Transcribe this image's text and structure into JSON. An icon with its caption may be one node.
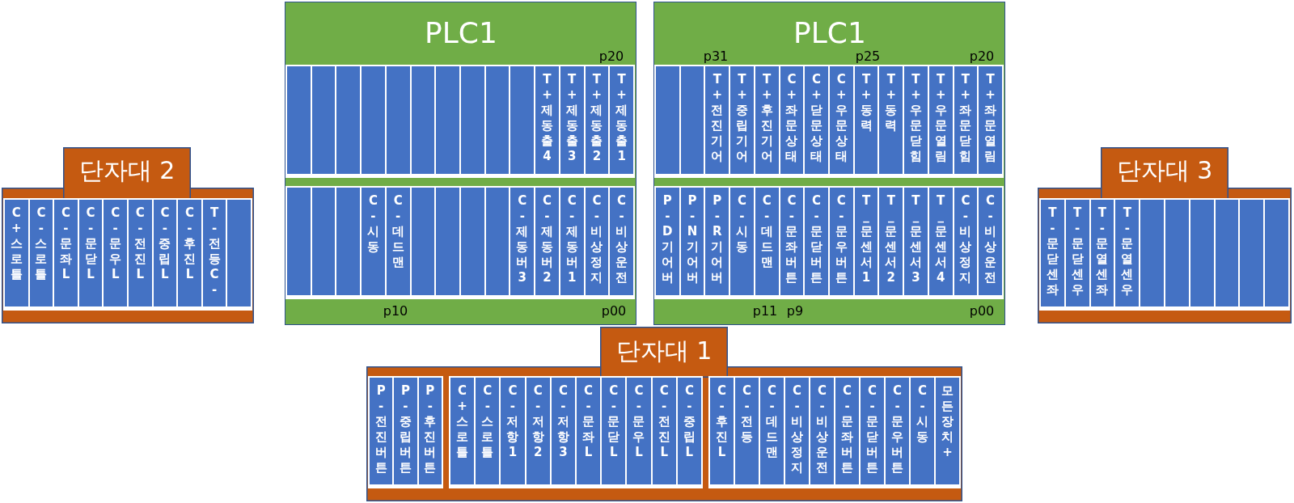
{
  "diagram": {
    "nodes": [
      {
        "text": [
          "단자대 2"
        ]
      },
      {
        "text": [
          "C+스로틀"
        ],
        "in": 0
      },
      {
        "text": [
          "C-스로틀"
        ],
        "in": 0
      },
      {
        "text": [
          "C-문좌L"
        ],
        "in": 0
      },
      {
        "text": [
          "C-문닫L"
        ],
        "in": 0
      },
      {
        "text": [
          "C-문우L"
        ],
        "in": 0
      },
      {
        "text": [
          "C-전진L"
        ],
        "in": 0
      },
      {
        "text": [
          "C-중립L"
        ],
        "in": 0
      },
      {
        "text": [
          "C-후진L"
        ],
        "in": 0
      },
      {
        "text": [
          "T-전등C-"
        ],
        "in": 0
      },
      {
        "text": [],
        "shape": "box",
        "in": 0
      },
      {
        "text": [
          "PLC1",
          "p20",
          "p10",
          "p00"
        ]
      },
      {
        "text": [],
        "shape": "box",
        "in": 11
      },
      {
        "text": [],
        "shape": "box",
        "in": 11
      },
      {
        "text": [],
        "shape": "box",
        "in": 11
      },
      {
        "text": [],
        "shape": "box",
        "in": 11
      },
      {
        "text": [],
        "shape": "box",
        "in": 11
      },
      {
        "text": [],
        "shape": "box",
        "in": 11
      },
      {
        "text": [],
        "shape": "box",
        "in": 11
      },
      {
        "text": [],
        "shape": "box",
        "in": 11
      },
      {
        "text": [],
        "shape": "box",
        "in": 11
      },
      {
        "text": [],
        "shape": "box",
        "in": 11
      },
      {
        "text": [
          "T+제동출4"
        ],
        "in": 11
      },
      {
        "text": [
          "T+제동출3"
        ],
        "in": 11
      },
      {
        "text": [
          "T+제동출2"
        ],
        "in": 11
      },
      {
        "text": [
          "T+제동출1"
        ],
        "in": 11
      },
      {
        "text": [],
        "shape": "box",
        "in": 11
      },
      {
        "text": [],
        "shape": "box",
        "in": 11
      },
      {
        "text": [],
        "shape": "box",
        "in": 11
      },
      {
        "text": [
          "C-시동"
        ],
        "in": 11
      },
      {
        "text": [
          "C-데드맨"
        ],
        "in": 11
      },
      {
        "text": [],
        "shape": "box",
        "in": 11
      },
      {
        "text": [],
        "shape": "box",
        "in": 11
      },
      {
        "text": [],
        "shape": "box",
        "in": 11
      },
      {
        "text": [],
        "shape": "box",
        "in": 11
      },
      {
        "text": [
          "C-제동버3"
        ],
        "in": 11
      },
      {
        "text": [
          "C-제동버2"
        ],
        "in": 11
      },
      {
        "text": [
          "C-제동버1"
        ],
        "in": 11
      },
      {
        "text": [
          "C-비상정지"
        ],
        "in": 11
      },
      {
        "text": [
          "C-비상운전"
        ],
        "in": 11
      },
      {
        "text": [
          "PLC1",
          "p31",
          "p25",
          "p20",
          "p11",
          "p9",
          "p00"
        ]
      },
      {
        "text": [],
        "shape": "box",
        "in": 40
      },
      {
        "text": [],
        "shape": "box",
        "in": 40
      },
      {
        "text": [
          "T+전진기어"
        ],
        "in": 40
      },
      {
        "text": [
          "T+중립기어"
        ],
        "in": 40
      },
      {
        "text": [
          "T+후진기어"
        ],
        "in": 40
      },
      {
        "text": [
          "C+좌문상태"
        ],
        "in": 40
      },
      {
        "text": [
          "C+닫문상태"
        ],
        "in": 40
      },
      {
        "text": [
          "C+우문상태"
        ],
        "in": 40
      },
      {
        "text": [
          "T+동력"
        ],
        "in": 40
      },
      {
        "text": [
          "T+동력"
        ],
        "in": 40
      },
      {
        "text": [
          "T+우문닫힘"
        ],
        "in": 40
      },
      {
        "text": [
          "T+우문열림"
        ],
        "in": 40
      },
      {
        "text": [
          "T+좌문닫힘"
        ],
        "in": 40
      },
      {
        "text": [
          "T+좌문열림"
        ],
        "in": 40
      },
      {
        "text": [
          "P-D기어버"
        ],
        "in": 40
      },
      {
        "text": [
          "P-N기어버"
        ],
        "in": 40
      },
      {
        "text": [
          "P-R기어버"
        ],
        "in": 40
      },
      {
        "text": [
          "C-시동"
        ],
        "in": 40
      },
      {
        "text": [
          "C-데드맨"
        ],
        "in": 40
      },
      {
        "text": [
          "C-문좌버튼"
        ],
        "in": 40
      },
      {
        "text": [
          "C-문닫버튼"
        ],
        "in": 40
      },
      {
        "text": [
          "C-문우버튼"
        ],
        "in": 40
      },
      {
        "text": [
          "T_문센서1"
        ],
        "in": 40
      },
      {
        "text": [
          "T_문센서2"
        ],
        "in": 40
      },
      {
        "text": [
          "T_문센서3"
        ],
        "in": 40
      },
      {
        "text": [
          "T_문센서4"
        ],
        "in": 40
      },
      {
        "text": [
          "C-비상정지"
        ],
        "in": 40
      },
      {
        "text": [
          "C-비상운전"
        ],
        "in": 40
      },
      {
        "text": [
          "단자대 3"
        ]
      },
      {
        "text": [
          "T-문닫센좌"
        ],
        "in": 69
      },
      {
        "text": [
          "T-문닫센우"
        ],
        "in": 69
      },
      {
        "text": [
          "T-문열센좌"
        ],
        "in": 69
      },
      {
        "text": [
          "T-문열센우"
        ],
        "in": 69
      },
      {
        "text": [],
        "shape": "box",
        "in": 69
      },
      {
        "text": [],
        "shape": "box",
        "in": 69
      },
      {
        "text": [],
        "shape": "box",
        "in": 69
      },
      {
        "text": [],
        "shape": "box",
        "in": 69
      },
      {
        "text": [],
        "shape": "box",
        "in": 69
      },
      {
        "text": [],
        "shape": "box",
        "in": 69
      },
      {
        "text": [
          "단자대 1"
        ]
      },
      {
        "text": [
          "P-전진버튼"
        ],
        "in": 80
      },
      {
        "text": [
          "P-중립버튼"
        ],
        "in": 80
      },
      {
        "text": [
          "P-후진버튼"
        ],
        "in": 80
      },
      {
        "text": [
          "C+스로틀"
        ],
        "in": 80
      },
      {
        "text": [
          "C-스로틀"
        ],
        "in": 80
      },
      {
        "text": [
          "C-저항1"
        ],
        "in": 80
      },
      {
        "text": [
          "C-저항2"
        ],
        "in": 80
      },
      {
        "text": [
          "C-저항3"
        ],
        "in": 80
      },
      {
        "text": [
          "C-문좌L"
        ],
        "in": 80
      },
      {
        "text": [
          "C-문닫L"
        ],
        "in": 80
      },
      {
        "text": [
          "C-문우L"
        ],
        "in": 80
      },
      {
        "text": [
          "C-전진L"
        ],
        "in": 80
      },
      {
        "text": [
          "C-중립L"
        ],
        "in": 80
      },
      {
        "text": [
          "C-후진L"
        ],
        "in": 80
      },
      {
        "text": [
          "C-전등"
        ],
        "in": 80
      },
      {
        "text": [
          "C-데드맨"
        ],
        "in": 80
      },
      {
        "text": [
          "C-비상정지"
        ],
        "in": 80
      },
      {
        "text": [
          "C-비상운전"
        ],
        "in": 80
      },
      {
        "text": [
          "C-문좌버튼"
        ],
        "in": 80
      },
      {
        "text": [
          "C-문닫버튼"
        ],
        "in": 80
      },
      {
        "text": [
          "C-문우버튼"
        ],
        "in": 80
      },
      {
        "text": [
          "C-시동"
        ],
        "in": 80
      },
      {
        "text": [
          "모든장치+"
        ],
        "in": 80
      }
    ]
  }
}
